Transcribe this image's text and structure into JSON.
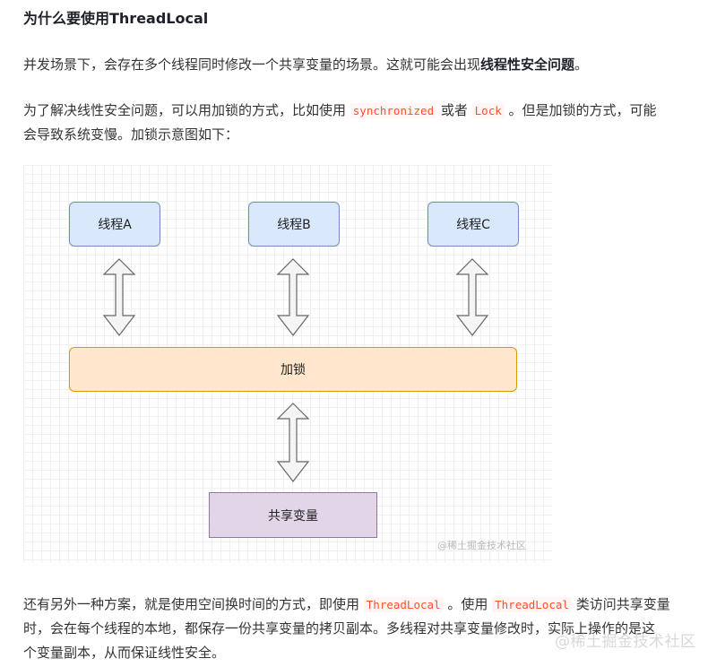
{
  "heading": "为什么要使用ThreadLocal",
  "para1": {
    "text": "并发场景下，会存在多个线程同时修改一个共享变量的场景。这就可能会出现",
    "bold": "线程性安全问题",
    "end": "。"
  },
  "para2": {
    "pre": "为了解决线性安全问题，可以用加锁的方式，比如使用 ",
    "code1": "synchronized",
    "mid": " 或者 ",
    "code2": "Lock",
    "post": " 。但是加锁的方式，可能",
    "line2": "会导致系统变慢。加锁示意图如下："
  },
  "diagram": {
    "threads": [
      "线程A",
      "线程B",
      "线程C"
    ],
    "lock": "加锁",
    "shared": "共享变量",
    "watermark": "@稀土掘金技术社区"
  },
  "para3": {
    "l1a": "还有另外一种方案，就是使用空间换时间的方式，即使用 ",
    "code1": "ThreadLocal",
    "l1b": " 。使用 ",
    "code2": "ThreadLocal",
    "l1c": " 类访问共享变量",
    "l2": "时，会在每个线程的本地，都保存一份共享变量的拷贝副本。多线程对共享变量修改时，实际上操作的是这",
    "l3": "个变量副本，从而保证线性安全。"
  },
  "watermark": "@稀土掘金技术社区"
}
